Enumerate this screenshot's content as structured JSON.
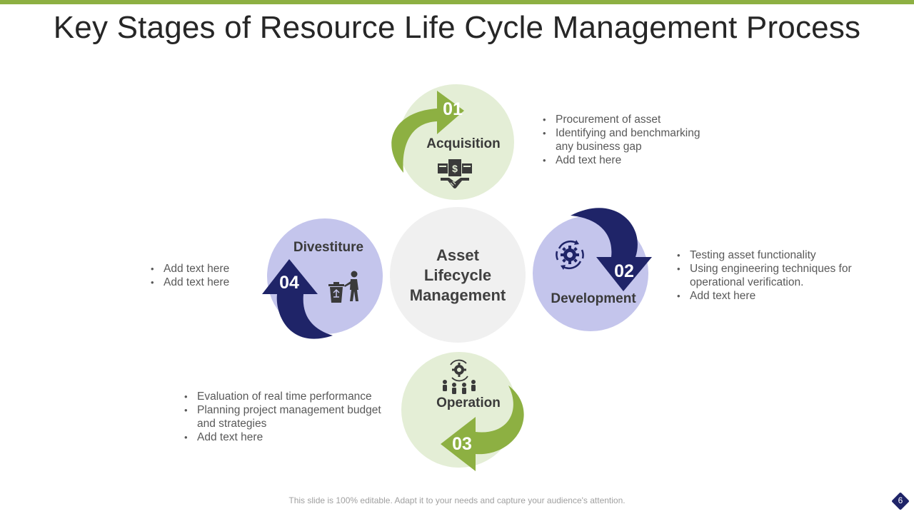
{
  "slide": {
    "title": "Key Stages of Resource Life Cycle Management Process",
    "footer": "This slide is 100% editable. Adapt it to your needs and capture your audience's attention.",
    "page_number": "6"
  },
  "colors": {
    "accent_green": "#8db042",
    "accent_navy": "#1f2468",
    "light_green": "#e4eed6",
    "light_lavender": "#c4c5ec",
    "center_gray": "#f0f0f0"
  },
  "center": {
    "lines": [
      "Asset",
      "Lifecycle",
      "Management"
    ]
  },
  "stages": [
    {
      "number": "01",
      "label": "Acquisition",
      "icon": "handshake-money-icon",
      "bullets": [
        "Procurement of asset",
        "Identifying  and benchmarking any business gap",
        "Add text here"
      ]
    },
    {
      "number": "02",
      "label": "Development",
      "icon": "gear-cycle-icon",
      "bullets": [
        "Testing asset functionality",
        "Using engineering techniques for operational verification.",
        "Add text here"
      ]
    },
    {
      "number": "03",
      "label": "Operation",
      "icon": "gear-team-icon",
      "bullets": [
        "Evaluation  of real time performance",
        "Planning project management budget and strategies",
        "Add text here"
      ]
    },
    {
      "number": "04",
      "label": "Divestiture",
      "icon": "disposal-person-icon",
      "bullets": [
        "Add text here",
        "Add text here"
      ]
    }
  ]
}
